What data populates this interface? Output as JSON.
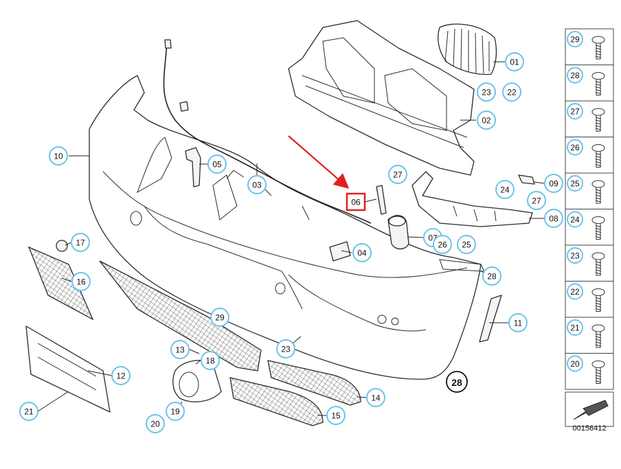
{
  "diagram": {
    "callouts": [
      {
        "num": "01"
      },
      {
        "num": "02"
      },
      {
        "num": "03"
      },
      {
        "num": "04"
      },
      {
        "num": "05"
      },
      {
        "num": "06"
      },
      {
        "num": "07"
      },
      {
        "num": "08"
      },
      {
        "num": "09"
      },
      {
        "num": "10"
      },
      {
        "num": "11"
      },
      {
        "num": "12"
      },
      {
        "num": "13"
      },
      {
        "num": "14"
      },
      {
        "num": "15"
      },
      {
        "num": "16"
      },
      {
        "num": "17"
      },
      {
        "num": "18"
      },
      {
        "num": "19"
      },
      {
        "num": "20"
      },
      {
        "num": "21"
      },
      {
        "num": "22"
      },
      {
        "num": "23"
      },
      {
        "num": "23"
      },
      {
        "num": "24"
      },
      {
        "num": "25"
      },
      {
        "num": "26"
      },
      {
        "num": "27"
      },
      {
        "num": "27"
      },
      {
        "num": "28"
      },
      {
        "num": "29"
      }
    ],
    "highlighted_callout": "06",
    "assembly_label": "28",
    "legend": [
      "29",
      "28",
      "27",
      "26",
      "25",
      "24",
      "23",
      "22",
      "21",
      "20"
    ],
    "diagram_id": "00156412",
    "colors": {
      "bubble_outline": "#6cc3ea",
      "highlight": "#e02020",
      "line": "#2a2a2a"
    }
  }
}
